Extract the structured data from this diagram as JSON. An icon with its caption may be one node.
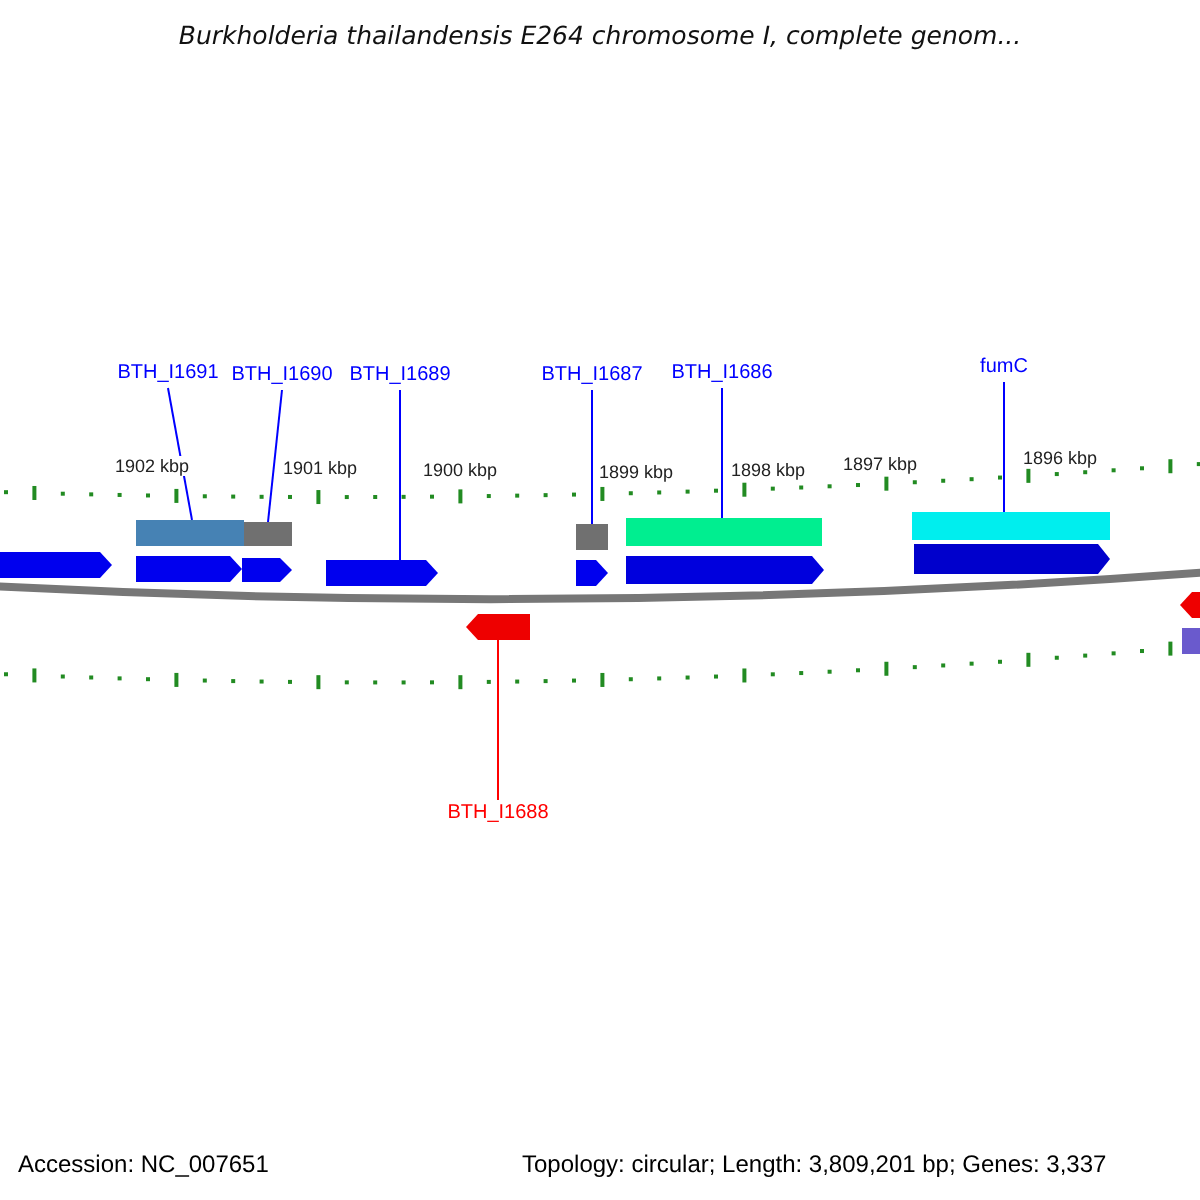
{
  "diagram": {
    "title": "Burkholderia thailandensis E264 chromosome I, complete genom...",
    "nodes": [
      {
        "text": [
          "BTH_I1691"
        ]
      },
      {
        "text": [
          "BTH_I1690"
        ]
      },
      {
        "text": [
          "BTH_I1689"
        ]
      },
      {
        "text": [
          "BTH_I1687"
        ]
      },
      {
        "text": [
          "BTH_I1686"
        ]
      },
      {
        "text": [
          "fumC"
        ]
      },
      {
        "text": [
          "BTH_I1688"
        ]
      },
      {
        "text": [],
        "shape": "arrow"
      },
      {
        "text": [],
        "shape": "bar"
      },
      {
        "text": [],
        "shape": "arrow"
      },
      {
        "text": [],
        "shape": "arrow"
      },
      {
        "text": [],
        "shape": "bar"
      },
      {
        "text": [],
        "shape": "arrow"
      },
      {
        "text": [],
        "shape": "arrow"
      },
      {
        "text": [],
        "shape": "bar"
      },
      {
        "text": [],
        "shape": "arrow"
      },
      {
        "text": [],
        "shape": "bar"
      },
      {
        "text": [],
        "shape": "arrow"
      },
      {
        "text": [],
        "shape": "bar"
      },
      {
        "text": [],
        "shape": "arrow"
      },
      {
        "text": [],
        "shape": "arrow"
      },
      {
        "text": [],
        "shape": "bar"
      }
    ],
    "edges": [
      {
        "from": 0,
        "to": 8,
        "arrow": "none"
      },
      {
        "from": 1,
        "to": 11,
        "arrow": "none"
      },
      {
        "from": 2,
        "to": 12,
        "arrow": "none"
      },
      {
        "from": 3,
        "to": 14,
        "arrow": "none"
      },
      {
        "from": 4,
        "to": 16,
        "arrow": "none"
      },
      {
        "from": 5,
        "to": 18,
        "arrow": "none"
      },
      {
        "from": 6,
        "to": 13,
        "arrow": "none",
        "color": "#ff0000"
      }
    ],
    "labels": [
      "1902 kbp",
      "1901 kbp",
      "1900 kbp",
      "1899 kbp",
      "1898 kbp",
      "1897 kbp",
      "1896 kbp",
      "Accession: NC_007651",
      "Topology: circular; Length: 3,809,201 bp; Genes: 3,337"
    ]
  }
}
